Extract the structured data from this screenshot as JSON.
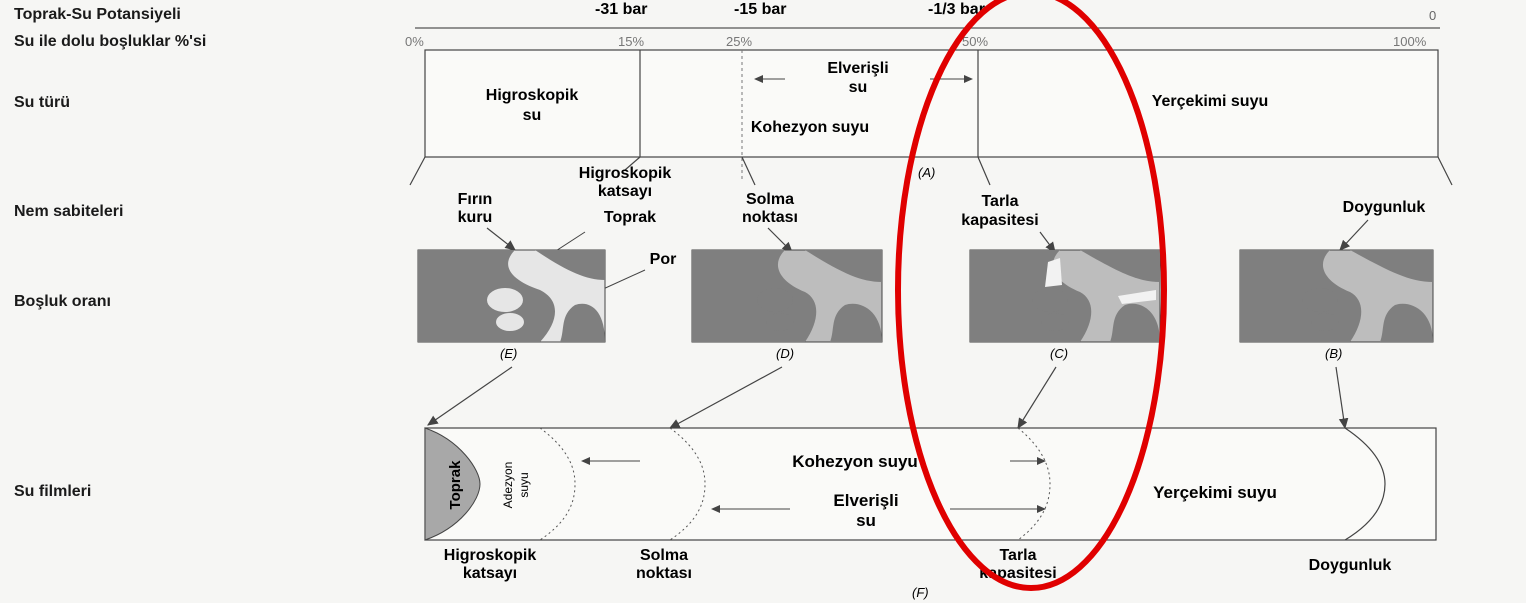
{
  "row_labels": {
    "potential": "Toprak-Su Potansiyeli",
    "pore_fill": "Su ile dolu boşluklar %'si",
    "water_type": "Su türü",
    "moisture_constants": "Nem sabiteleri",
    "void_ratio": "Boşluk oranı",
    "water_films": "Su filmleri"
  },
  "potential_ticks": [
    "-31 bar",
    "-15 bar",
    "-1/3 bar",
    "0"
  ],
  "percent_ticks": [
    "0%",
    "15%",
    "25%",
    "50%",
    "100%"
  ],
  "water_types": {
    "hygroscopic_line1": "Higroskopik",
    "hygroscopic_line2": "su",
    "available_line1": "Elverişli",
    "available_line2": "su",
    "cohesion": "Kohezyon suyu",
    "gravity": "Yerçekimi suyu",
    "caption": "(A)"
  },
  "constants": {
    "hygro_coef_line1": "Higroskopik",
    "hygro_coef_line2": "katsayı",
    "oven_dry_line1": "Fırın",
    "oven_dry_line2": "kuru",
    "soil": "Toprak",
    "pore": "Por",
    "wilting_line1": "Solma",
    "wilting_line2": "noktası",
    "field_cap_line1": "Tarla",
    "field_cap_line2": "kapasitesi",
    "saturation": "Doygunluk"
  },
  "panel_captions": [
    "(E)",
    "(D)",
    "(C)",
    "(B)"
  ],
  "films": {
    "soil": "Toprak",
    "adhesion_line1": "Adezyon",
    "adhesion_line2": "suyu",
    "cohesion": "Kohezyon suyu",
    "available_line1": "Elverişli",
    "available_line2": "su",
    "gravity": "Yerçekimi suyu",
    "caption": "(F)"
  },
  "bottom_labels": {
    "hygro_line1": "Higroskopik",
    "hygro_line2": "katsayı",
    "wilting_line1": "Solma",
    "wilting_line2": "noktası",
    "field_line1": "Tarla",
    "field_line2": "kapasitesi",
    "saturation": "Doygunluk"
  },
  "colors": {
    "soil_gray": "#7f7f7f",
    "water_light": "#bdbdbd",
    "pore_light": "#e6e6e6",
    "highlight_red": "#e00000"
  }
}
